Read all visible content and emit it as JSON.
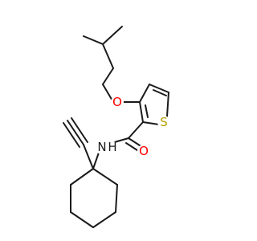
{
  "atoms": {
    "oxygen_ether": {
      "label": "O",
      "color": "#ff0000"
    },
    "sulfur": {
      "label": "S",
      "color": "#b8a000"
    },
    "nitrogen_amide": {
      "label": "N",
      "color": "#1a1a1a"
    },
    "hydrogen_amide": {
      "label": "H",
      "color": "#1a1a1a"
    },
    "oxygen_carbonyl": {
      "label": "O",
      "color": "#ff0000"
    }
  },
  "colors": {
    "bond": "#1a1a1a",
    "background": "#ffffff"
  }
}
